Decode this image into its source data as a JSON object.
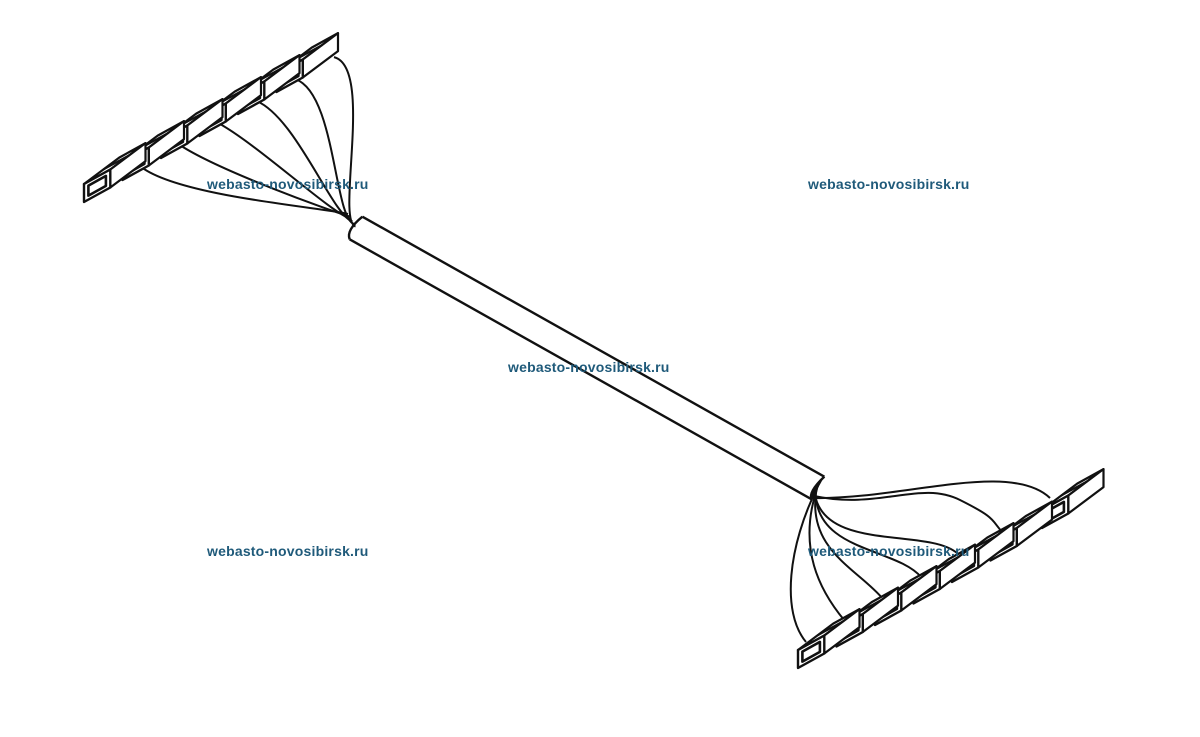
{
  "watermarks": [
    "webasto-novosibirsk.ru",
    "webasto-novosibirsk.ru",
    "webasto-novosibirsk.ru",
    "webasto-novosibirsk.ru",
    "webasto-novosibirsk.ru"
  ],
  "colors": {
    "line": "#111111",
    "fill": "#ffffff",
    "watermark": "#1f5a7a"
  },
  "diagram": {
    "subject": "wiring harness with two connector clusters",
    "left_connector_count": 6,
    "right_connector_count": 7
  }
}
